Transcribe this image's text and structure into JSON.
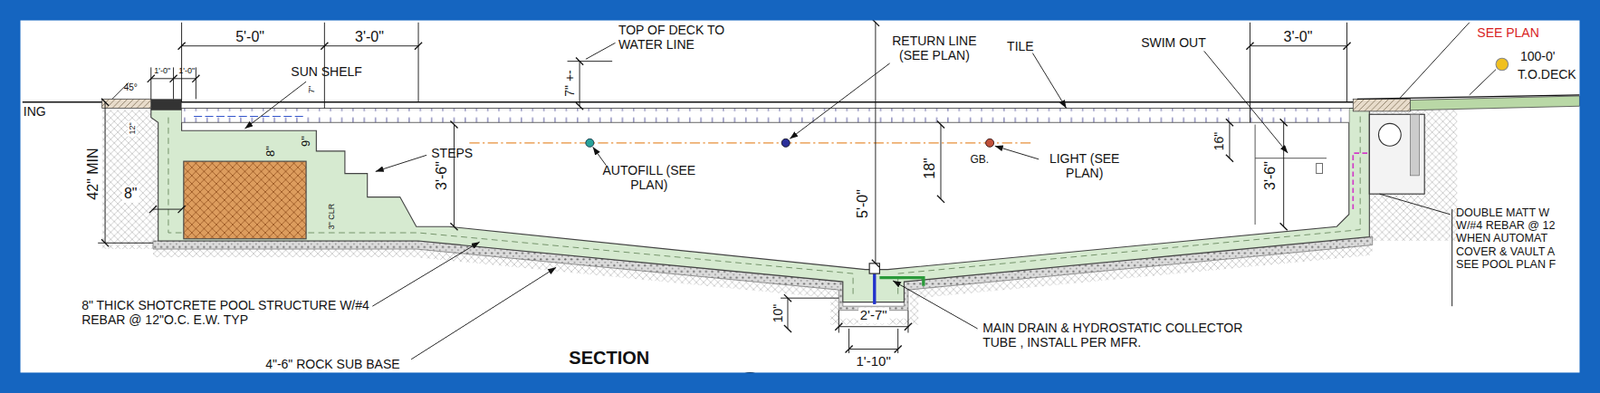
{
  "diagram": {
    "labels": [
      "5'-0\"",
      "3'-0\"",
      "1'-0\"",
      "1'-0\"",
      "45°",
      "ING",
      "SUN SHELF",
      "7\"",
      "9\"",
      "8\"",
      "12\"",
      "42\" MIN",
      "8\"",
      "3\" CLR",
      "TOP OF DECK TO WATER LINE",
      "7\" +-",
      "RETURN LINE (SEE PLAN)",
      "TILE",
      "SWIM OUT",
      "3'-0\"",
      "SEE PLAN",
      "100-0'",
      "T.O.DECK",
      "STEPS",
      "3'-6\"",
      "AUTOFILL (SEE PLAN)",
      "5'-0\"",
      "18\"",
      "GB.",
      "LIGHT (SEE PLAN)",
      "16\"",
      "3'-6\"",
      "DOUBLE MATT W W/#4 REBAR @ 12 WHEN AUTOMAT COVER & VAULT A SEE POOL PLAN F",
      "8\" THICK SHOTCRETE POOL STRUCTURE W/#4 REBAR @ 12\"O.C. E.W. TYP",
      "4\"-6\" ROCK SUB BASE",
      "SECTION",
      "10\"",
      "2'-7\"",
      "1'-10\"",
      "MAIN DRAIN & HYDROSTATIC COLLECTOR TUBE , INSTALL PER MFR."
    ]
  }
}
